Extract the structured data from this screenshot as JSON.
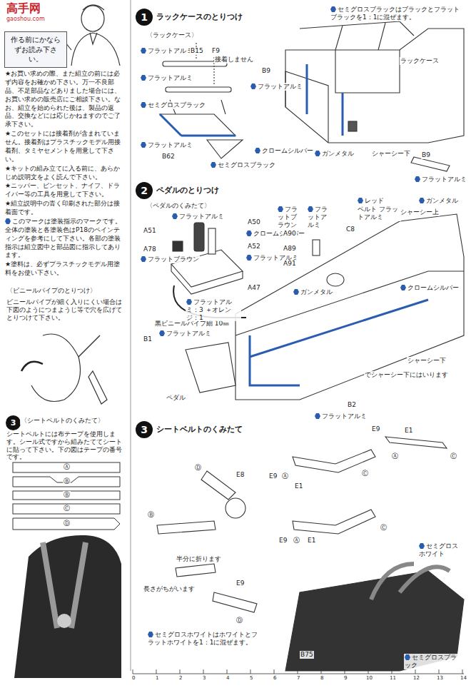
{
  "diagram": {
    "nodes": [
      {
        "text": [
          "作る前にかならずお読み下さい。"
        ]
      },
      {
        "text": [
          "3"
        ]
      },
      {
        "text": [
          "1"
        ]
      },
      {
        "text": [
          "2"
        ]
      },
      {
        "text": [
          "3"
        ]
      }
    ],
    "labels": [
      "高手网",
      "gaoshou.com",
      "★お買い求めの際、また組立の前には必ず内容をお確かめ下さい。万一不良部品、不足部品などありました場合には、お買い求めの販売店にご相談下さい。なお、組立を始められた後は、製品の返品、交換などには応じかねますのでご了承下さい。",
      "★このセットには接着剤が含まれていません。接着剤はプラスチックモデル用接着剤、タミヤセメントを用意して下さい。",
      "★キットの組み立てに入る前に、あらかじめ説明文をよく読んで下さい。",
      "★ニッパー、ピンセット、ナイフ、ドライバー等の工具を用意して下さい。",
      "★組立説明中の青く印刷された部分は接着面です。",
      "このマークは塗装指示のマークです。全体の塗装と各塗装色はP18のペインティングを参考にして下さい。各部の塗装指示は組立図中と部品図に指示してあります。",
      "★塗料は、必ずプラスチックモデル用塗料をお使い下さい。",
      "〈ビニールパイプのとりつけ〉",
      "ビニールパイプが細く入りにくい場合は下図のようにつまようじ等で穴を広げてとりつけて下さい。",
      "〈シートベルトのくみたて〉",
      "シートベルトには布テープを使用します。シール式ですから組みたててシートに貼って下さい。下の図はテープの番号です。",
      "Ⓐ",
      "Ⓑ",
      "Ⓑ",
      "Ⓒ",
      "Ⓓ",
      "ラックケースのとりつけ",
      "〈ラックケース〉",
      "フラットアルミ",
      "B15",
      "F9",
      "接着しません",
      "フラットアルミ",
      "セミグロスブラック",
      "フラットアルミ",
      "B62",
      "セミグロスブラック",
      "セミグロスブラックはブラックとフラットブラックを1：1に混ぜます。",
      "ラックケース",
      "B9",
      "フラットアルミ",
      "クロームシルバー",
      "ガンメタル",
      "シャーシー下",
      "B9",
      "フラットアルミ",
      "ペダルのとりつけ",
      "〈ペダルのくみたて〉",
      "フラットアルミ",
      "A50",
      "A51",
      "クロームシルバー",
      "A78",
      "A52",
      "フラットブラウン",
      "フラットアルミ",
      "A47",
      "黒ビニールパイプ細 10㎜",
      "フラットアルミ：3 ＋オレンジ：1",
      "B1",
      "フラットアルミ",
      "ペダル",
      "フラットブラウン",
      "フラットアルミ",
      "C8",
      "レッド",
      "ベルト フラットアルミ",
      "シャーシー上",
      "ガンメタル",
      "A90",
      "A89",
      "A91",
      "ガンメタル",
      "クロームシルバー",
      "シャーシー下",
      "でシャーシー下にはいります",
      "B2",
      "フラットアルミ",
      "シートベルトのくみたて",
      "E9",
      "E1",
      "Ⓐ",
      "Ⓒ",
      "E8",
      "Ⓓ",
      "E9",
      "Ⓐ",
      "E1",
      "Ⓒ",
      "Ⓑ",
      "Ⓒ",
      "E9",
      "Ⓐ",
      "E1",
      "半分に折ります",
      "長さがちがいます",
      "E9",
      "Ⓓ",
      "セミグロスホワイト",
      "セミグロスホワイトはホワイトとフラットホワイトを1：1に混ぜます。",
      "B75",
      "セミグロスブラック",
      "0",
      "1",
      "2",
      "3",
      "4",
      "5",
      "6",
      "7",
      "8",
      "9",
      "10",
      "11",
      "12",
      "13",
      "14"
    ]
  }
}
